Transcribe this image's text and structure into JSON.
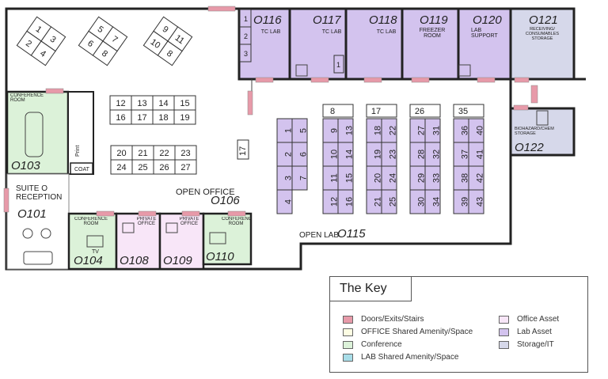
{
  "colors": {
    "door": "#e79aa9",
    "office_amenity": "#fdfde3",
    "conference": "#dcf2d9",
    "lab_amenity": "#a8dde8",
    "office_asset": "#f8e6f8",
    "lab_asset": "#d3c3ee",
    "storage": "#d6d8ea"
  },
  "rooms": {
    "r116": {
      "number": "O116",
      "label": "TC LAB"
    },
    "r117": {
      "number": "O117",
      "label": "TC LAB"
    },
    "r118": {
      "number": "O118",
      "label": "TC LAB"
    },
    "r119": {
      "number": "O119",
      "label": "FREEZER ROOM"
    },
    "r120": {
      "number": "O120",
      "label": "LAB SUPPORT"
    },
    "r121": {
      "number": "O121",
      "label": "RECEIVING/ CONSUMABLES STORAGE"
    },
    "r122": {
      "number": "O122",
      "label": "BIOHAZARD/CHEM STORAGE"
    },
    "r103": {
      "number": "O103",
      "label": "CONFERENCE ROOM"
    },
    "coat": {
      "label": "COAT"
    },
    "print": {
      "label": "Print"
    },
    "r101": {
      "number": "O101",
      "label": "SUITE O RECEPTION"
    },
    "r106": {
      "number": "O106",
      "label": "OPEN OFFICE"
    },
    "r104": {
      "number": "O104",
      "label": "CONFERENCE ROOM"
    },
    "r108": {
      "number": "O108",
      "label": "PRIVATE OFFICE"
    },
    "r109": {
      "number": "O109",
      "label": "PRIVATE OFFICE"
    },
    "r110": {
      "number": "O110",
      "label": "CONFERENCE ROOM"
    },
    "r115": {
      "number": "O115",
      "label": "OPEN LAB"
    },
    "tv": "TV"
  },
  "office_desks": {
    "row1": [
      "12",
      "13",
      "14",
      "15"
    ],
    "row2": [
      "16",
      "17",
      "18",
      "19"
    ],
    "row3": [
      "20",
      "21",
      "22",
      "23"
    ],
    "row4": [
      "24",
      "25",
      "26",
      "27"
    ],
    "side": "17",
    "cluster_a": [
      "1",
      "2",
      "3",
      "4"
    ],
    "cluster_b": [
      "5",
      "6",
      "7",
      "8"
    ],
    "cluster_c": [
      "9",
      "10",
      "11",
      "8"
    ]
  },
  "lab_benches": {
    "col1": [
      "1",
      "5",
      "2",
      "6",
      "3",
      "7",
      "4"
    ],
    "col2": [
      "9",
      "13",
      "10",
      "14",
      "11",
      "15",
      "12",
      "16"
    ],
    "col3": [
      "18",
      "22",
      "19",
      "23",
      "20",
      "24",
      "21",
      "25"
    ],
    "col4": [
      "27",
      "31",
      "28",
      "32",
      "29",
      "33",
      "30",
      "34"
    ],
    "col5": [
      "36",
      "40",
      "37",
      "41",
      "38",
      "42",
      "39",
      "43"
    ],
    "heads": [
      "8",
      "17",
      "26",
      "35"
    ],
    "wall_116": [
      "1",
      "2",
      "3"
    ],
    "wall_117": [
      "1"
    ]
  },
  "key": {
    "title": "The Key",
    "items": [
      {
        "label": "Doors/Exits/Stairs",
        "color": "#e79aa9"
      },
      {
        "label": "OFFICE Shared Amenity/Space",
        "color": "#fdfde3"
      },
      {
        "label": "Conference",
        "color": "#dcf2d9"
      },
      {
        "label": "LAB Shared Amenity/Space",
        "color": "#a8dde8"
      },
      {
        "label": "Office Asset",
        "color": "#f8e6f8"
      },
      {
        "label": "Lab Asset",
        "color": "#d3c3ee"
      },
      {
        "label": "Storage/IT",
        "color": "#d6d8ea"
      }
    ]
  }
}
